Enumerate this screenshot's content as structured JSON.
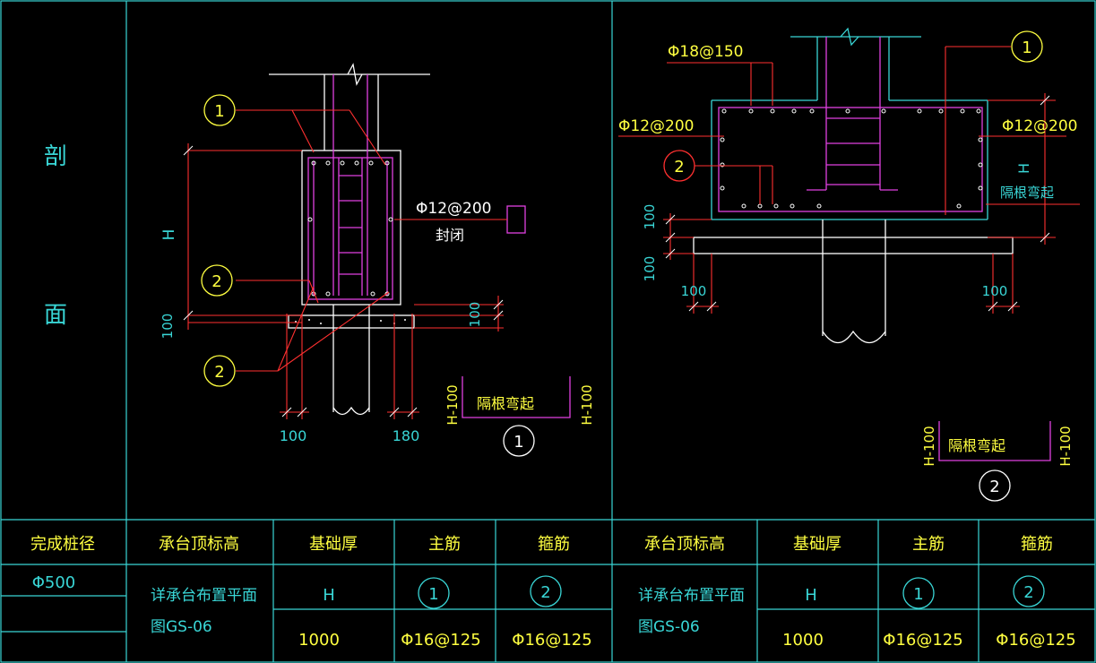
{
  "section_label_top": "剖",
  "section_label_bottom": "面",
  "left_detail": {
    "rebar_top_note": "Φ12@200",
    "rebar_top_note2": "封闭",
    "dim_h": "H",
    "dim_100_left": "100",
    "dim_100_right": "100",
    "dim_bottom_100": "100",
    "dim_bottom_180": "180",
    "callout_1": "1",
    "callout_2a": "2",
    "callout_2b": "2",
    "bar_shape_left": "H-100",
    "bar_shape_right": "H-100",
    "bar_shape_note": "隔根弯起",
    "bar_shape_id": "1"
  },
  "right_detail": {
    "top_rebar": "Φ18@150",
    "side_left": "Φ12@200",
    "side_right": "Φ12@200",
    "dim_h": "H",
    "bend_note": "隔根弯起",
    "dim_100_a": "100",
    "dim_100_b": "100",
    "dim_100_c": "100",
    "dim_100_d": "100",
    "callout_1": "1",
    "callout_2": "2",
    "bar_shape_left": "H-100",
    "bar_shape_right": "H-100",
    "bar_shape_note": "隔根弯起",
    "bar_shape_id": "2"
  },
  "table": {
    "col_pile": "完成桩径",
    "col_top_elev_1": "承台顶标高",
    "col_thick_1": "基础厚",
    "col_main_1": "主筋",
    "col_stirrup_1": "箍筋",
    "col_top_elev_2": "承台顶标高",
    "col_thick_2": "基础厚",
    "col_main_2": "主筋",
    "col_stirrup_2": "箍筋",
    "pile_value": "Φ500",
    "ref_1a": "详承台布置平面",
    "ref_1b": "图GS-06",
    "ref_2a": "详承台布置平面",
    "ref_2b": "图GS-06",
    "h_1": "H",
    "h_2": "H",
    "main_id_1": "1",
    "stir_id_1": "2",
    "main_id_2": "1",
    "stir_id_2": "2",
    "thick_val_1": "1000",
    "main_val_1": "Φ16@125",
    "stir_val_1": "Φ16@125",
    "thick_val_2": "1000",
    "main_val_2": "Φ16@125",
    "stir_val_2": "Φ16@125"
  }
}
